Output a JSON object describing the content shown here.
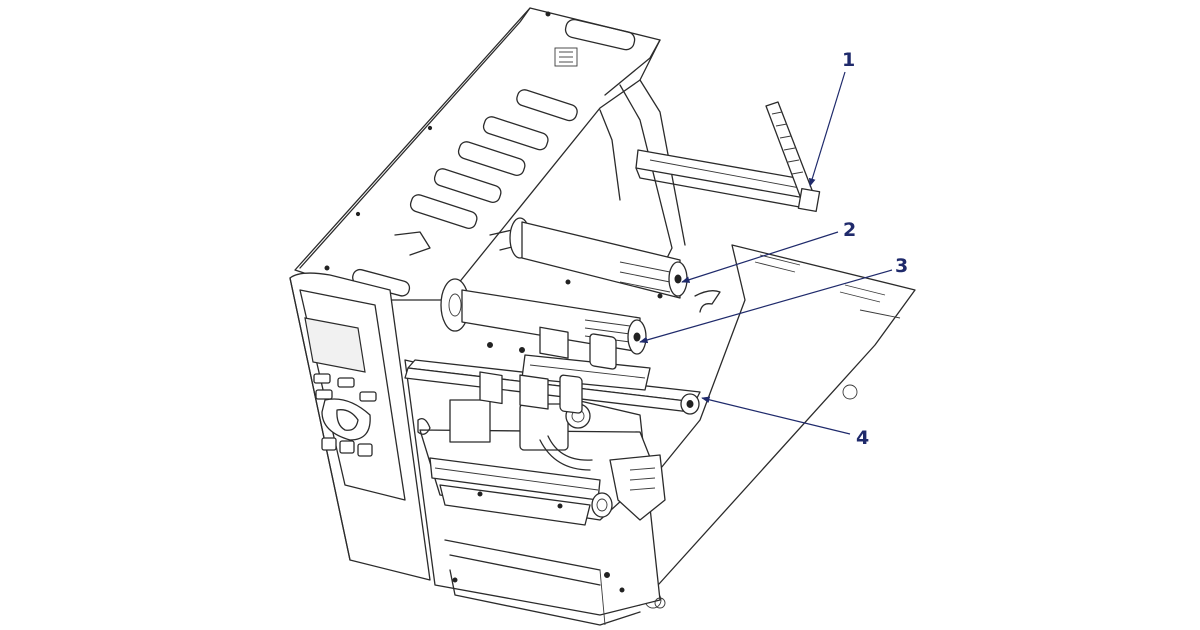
{
  "callouts": [
    {
      "label": "1"
    },
    {
      "label": "2"
    },
    {
      "label": "3"
    },
    {
      "label": "4"
    }
  ],
  "colors": {
    "callout": "#1f2a6b",
    "outline": "#2b2b2b",
    "background": "#ffffff"
  }
}
